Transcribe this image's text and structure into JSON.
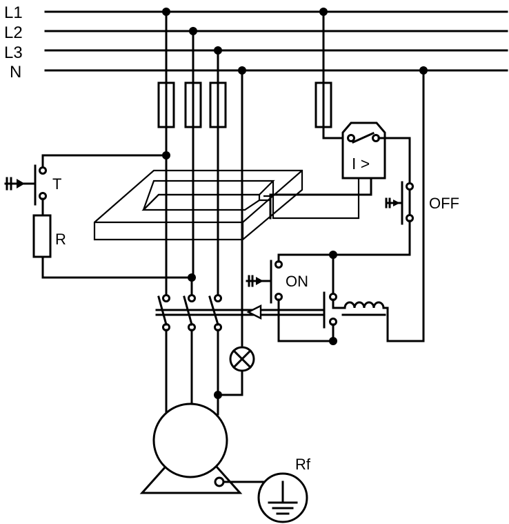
{
  "lines": [
    "L1",
    "L2",
    "L3",
    "N"
  ],
  "labels": {
    "test_button": "T",
    "resistor": "R",
    "relay": "I >",
    "off_button": "OFF",
    "on_button": "ON",
    "earth_resistance": "Rf"
  },
  "colors": {
    "stroke": "#000000",
    "background": "#ffffff"
  }
}
